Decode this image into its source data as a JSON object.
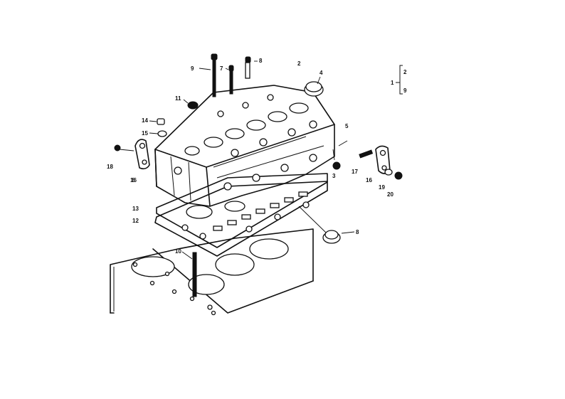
{
  "callouts": [
    {
      "id": "c1",
      "text": "1"
    },
    {
      "id": "c2",
      "text": "2"
    },
    {
      "id": "c2b",
      "text": "2"
    },
    {
      "id": "c3",
      "text": "3"
    },
    {
      "id": "c4",
      "text": "4"
    },
    {
      "id": "c5",
      "text": "5"
    },
    {
      "id": "c6",
      "text": "6"
    },
    {
      "id": "c7",
      "text": "7"
    },
    {
      "id": "c8",
      "text": "8"
    },
    {
      "id": "c9",
      "text": "9"
    },
    {
      "id": "c10",
      "text": "10"
    },
    {
      "id": "c11",
      "text": "11"
    },
    {
      "id": "c12",
      "text": "12"
    },
    {
      "id": "c13",
      "text": "13"
    },
    {
      "id": "c14",
      "text": "14"
    },
    {
      "id": "c15",
      "text": "15"
    },
    {
      "id": "c16a",
      "text": "16"
    },
    {
      "id": "c16b",
      "text": "16"
    },
    {
      "id": "c17",
      "text": "17"
    },
    {
      "id": "c18",
      "text": "18"
    },
    {
      "id": "c19",
      "text": "19"
    },
    {
      "id": "c20",
      "text": "20"
    },
    {
      "id": "c8b",
      "text": "8"
    },
    {
      "id": "c9b",
      "text": "9"
    }
  ],
  "line_color": "#111111",
  "background": "#ffffff"
}
